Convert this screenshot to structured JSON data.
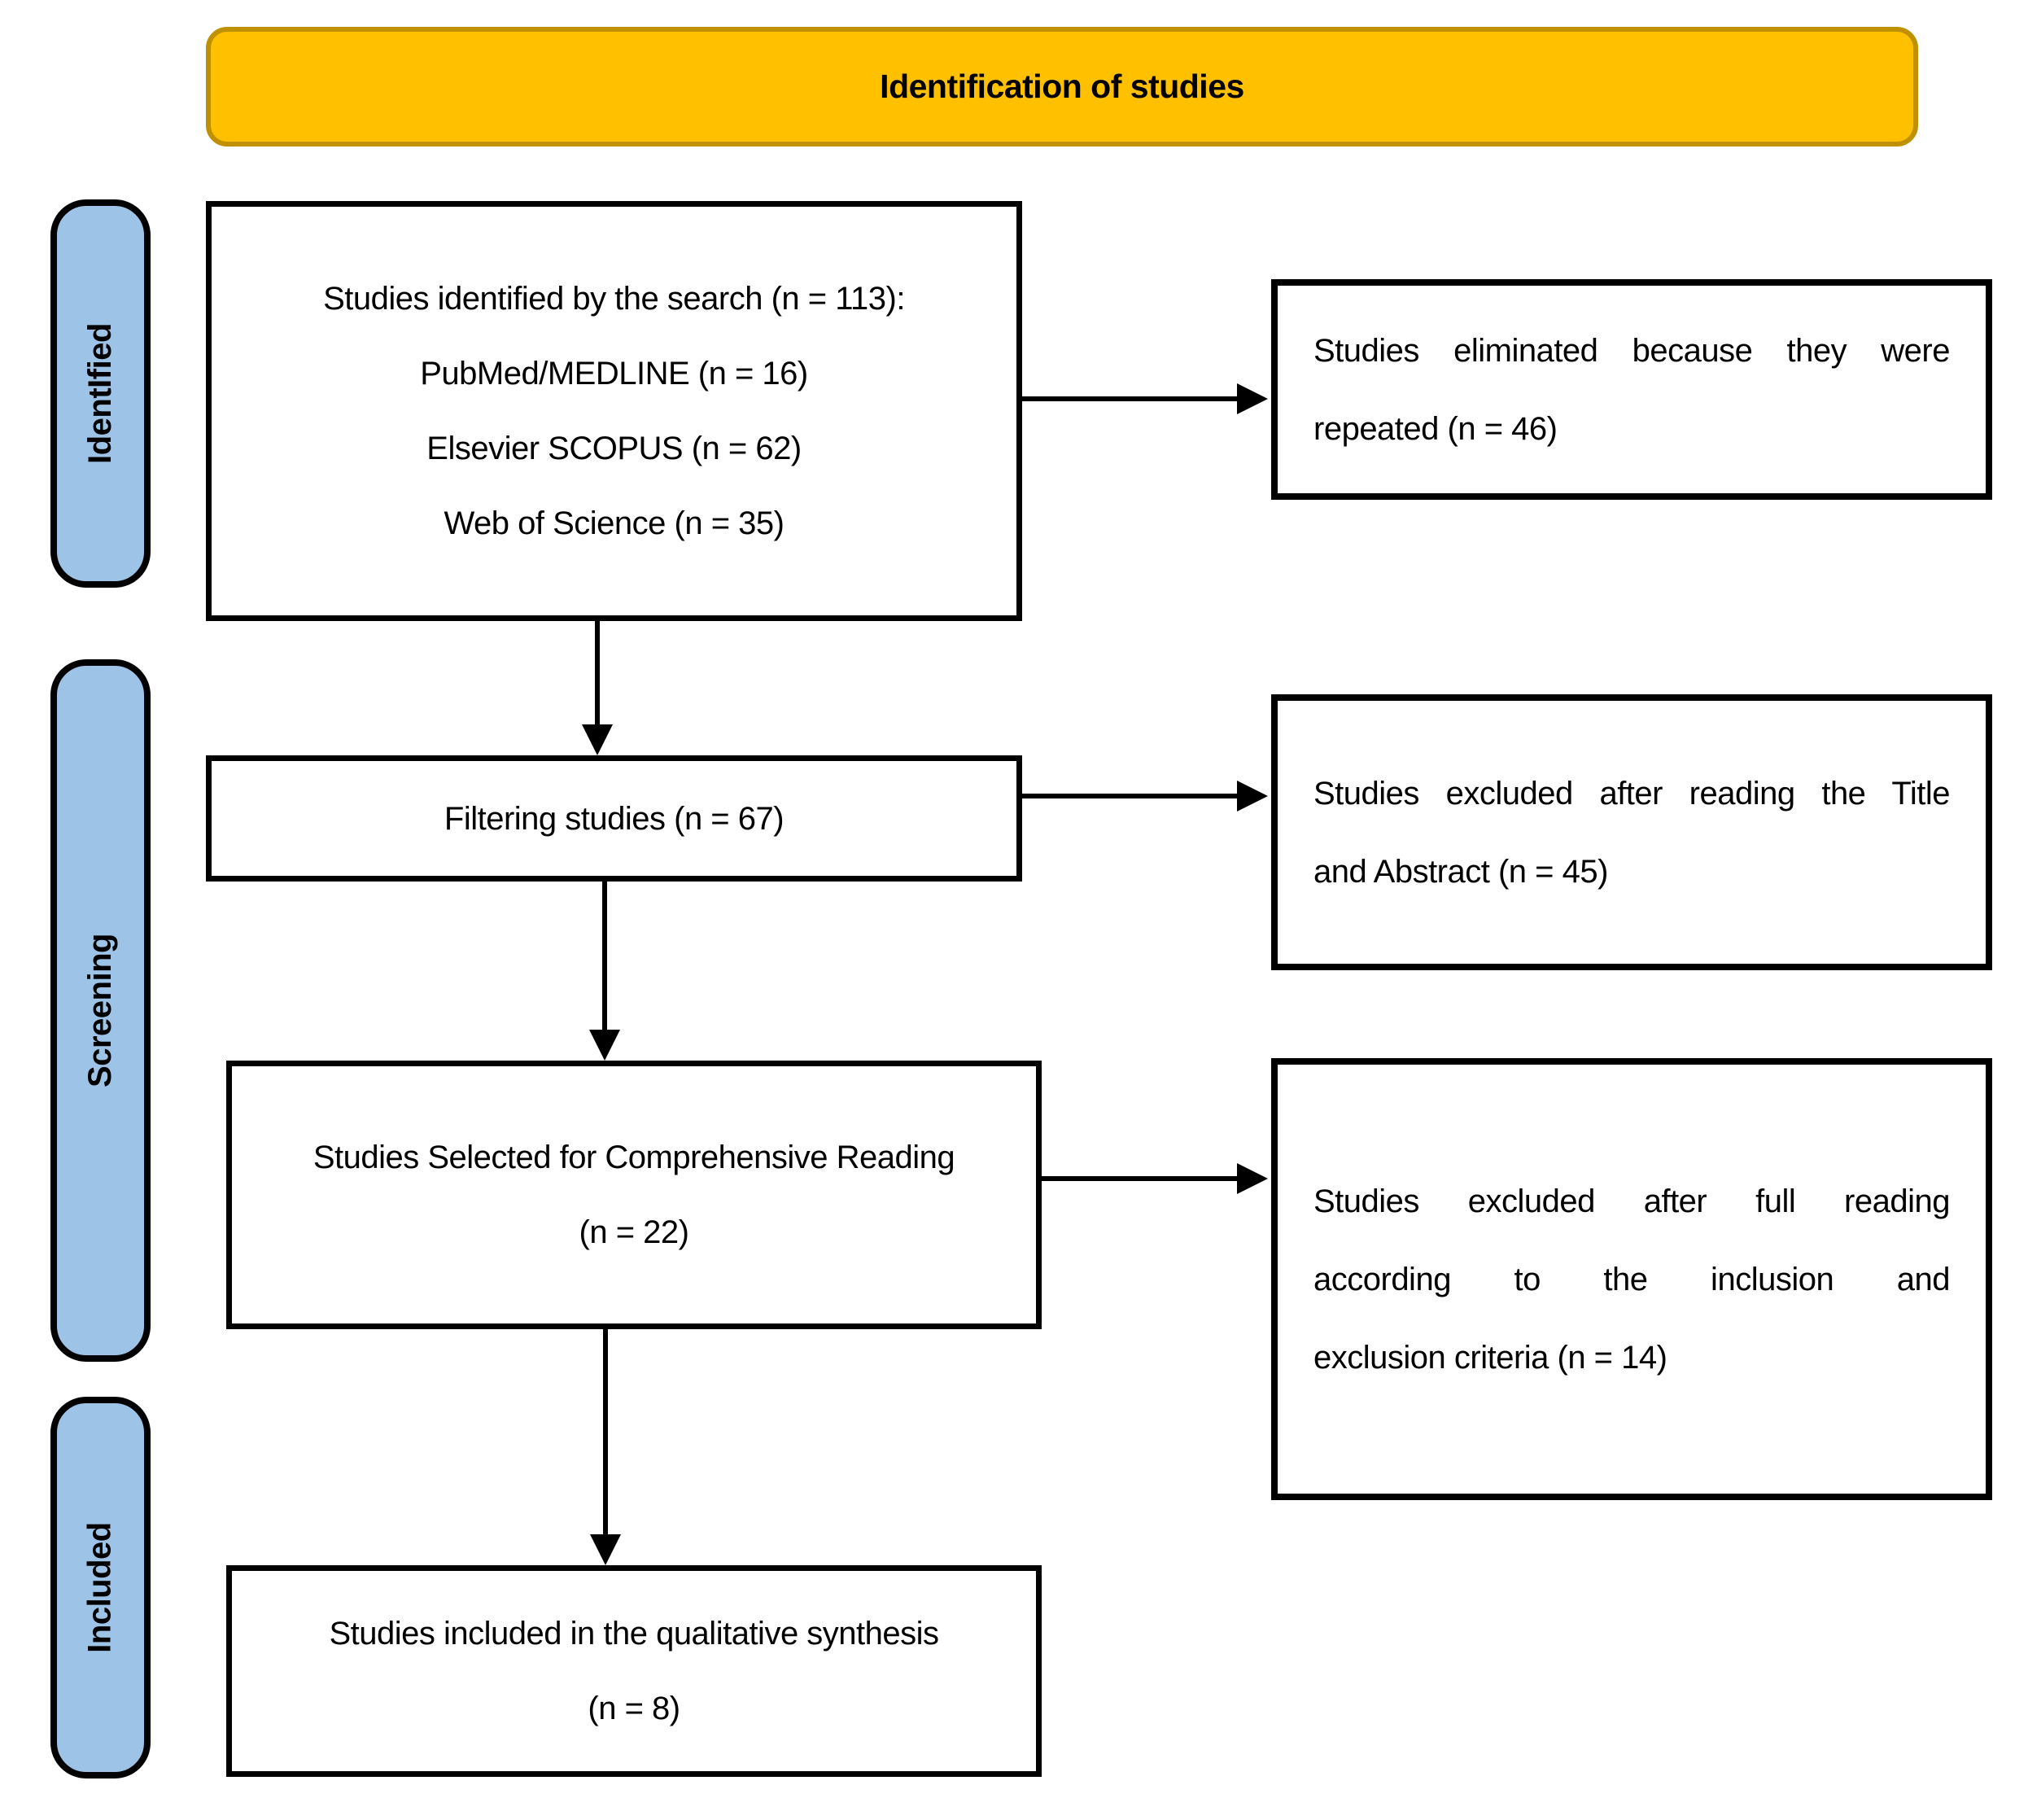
{
  "banner": {
    "label": "Identification of studies",
    "fill_color": "#FFC000",
    "border_color": "#BF9000"
  },
  "stage_labels": {
    "identified": "IdentIfied",
    "screening": "Screening",
    "included": "Included",
    "fill_color": "#9DC3E6"
  },
  "flow_boxes": {
    "identified": {
      "lines": [
        "Studies identified by the search (n = 113):",
        "PubMed/MEDLINE (n = 16)",
        "Elsevier SCOPUS (n = 62)",
        "Web of Science (n = 35)"
      ]
    },
    "filtering": {
      "lines": [
        "Filtering studies (n = 67)"
      ]
    },
    "selected": {
      "lines": [
        "Studies Selected for Comprehensive Reading",
        "(n = 22)"
      ]
    },
    "included": {
      "lines": [
        "Studies included in the qualitative synthesis",
        "(n = 8)"
      ]
    }
  },
  "exclusion_boxes": {
    "duplicates": {
      "lines": [
        "Studies eliminated because they were",
        "repeated (n = 46)"
      ]
    },
    "title_abstract": {
      "lines": [
        "Studies excluded after reading the Title",
        "and Abstract (n = 45)"
      ]
    },
    "full_reading": {
      "lines": [
        "Studies excluded after full reading",
        "according to the inclusion and",
        "exclusion criteria (n = 14)"
      ]
    }
  },
  "connector_color": "#000000"
}
